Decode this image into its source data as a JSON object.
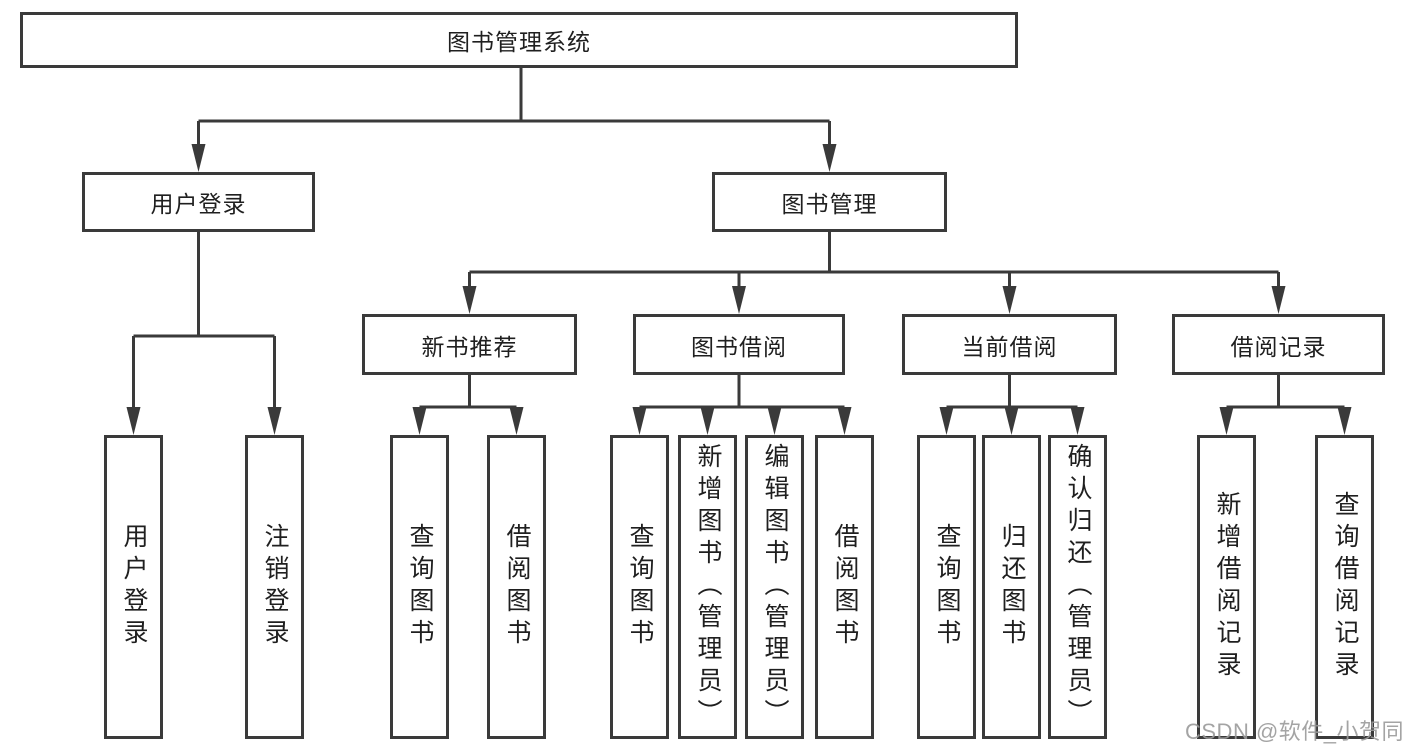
{
  "diagram": {
    "root": "图书管理系统",
    "branches": [
      {
        "label": "用户登录",
        "children": [
          {
            "label": "用户登录"
          },
          {
            "label": "注销登录"
          }
        ]
      },
      {
        "label": "图书管理",
        "children": [
          {
            "label": "新书推荐",
            "children": [
              {
                "label": "查询图书"
              },
              {
                "label": "借阅图书"
              }
            ]
          },
          {
            "label": "图书借阅",
            "children": [
              {
                "label": "查询图书"
              },
              {
                "label": "新增图书（管理员）"
              },
              {
                "label": "编辑图书（管理员）"
              },
              {
                "label": "借阅图书"
              }
            ]
          },
          {
            "label": "当前借阅",
            "children": [
              {
                "label": "查询图书"
              },
              {
                "label": "归还图书"
              },
              {
                "label": "确认归还（管理员）"
              }
            ]
          },
          {
            "label": "借阅记录",
            "children": [
              {
                "label": "新增借阅记录"
              },
              {
                "label": "查询借阅记录"
              }
            ]
          }
        ]
      }
    ]
  },
  "watermark": "CSDN @软件_小贺同学",
  "colors": {
    "line": "#3a3a3a",
    "box_border": "#3a3a3a",
    "text": "#1f1f1f",
    "watermark": "#9b9b9b",
    "background": "#ffffff"
  }
}
